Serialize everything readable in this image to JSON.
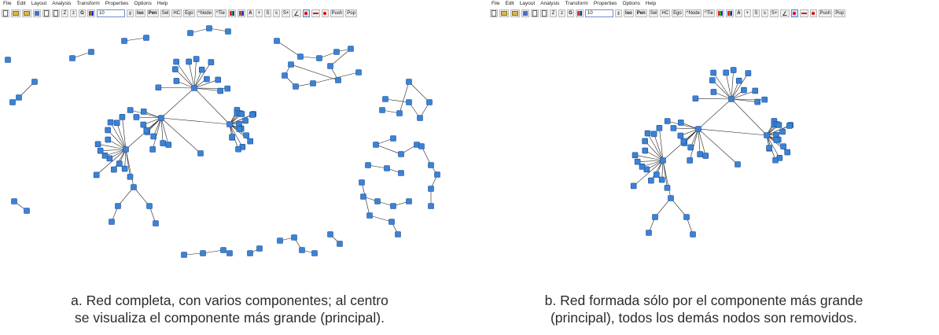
{
  "menu": [
    "File",
    "Edit",
    "Layout",
    "Analysis",
    "Transform",
    "Properties",
    "Options",
    "Help"
  ],
  "toolbar": {
    "size_value": "10",
    "buttons": [
      "Z",
      "z",
      "G",
      "Iso",
      "Pen",
      "Sel",
      "HC",
      "Ego",
      "^Node",
      "^Tie",
      "A",
      "+",
      "S",
      "s",
      "S+",
      "Push",
      "Pop"
    ]
  },
  "captions": {
    "a": [
      "a. Red completa, con varios componentes; al centro",
      "se visualiza el componente más grande (principal)."
    ],
    "b": [
      "b. Red formada sólo por el componente más grande",
      "(principal), todos los demás nodos son removidos."
    ]
  },
  "colors": {
    "node": "#3b82d6",
    "node_border": "#1d4f93",
    "edge": "#222222",
    "arrow": "#111111"
  }
}
